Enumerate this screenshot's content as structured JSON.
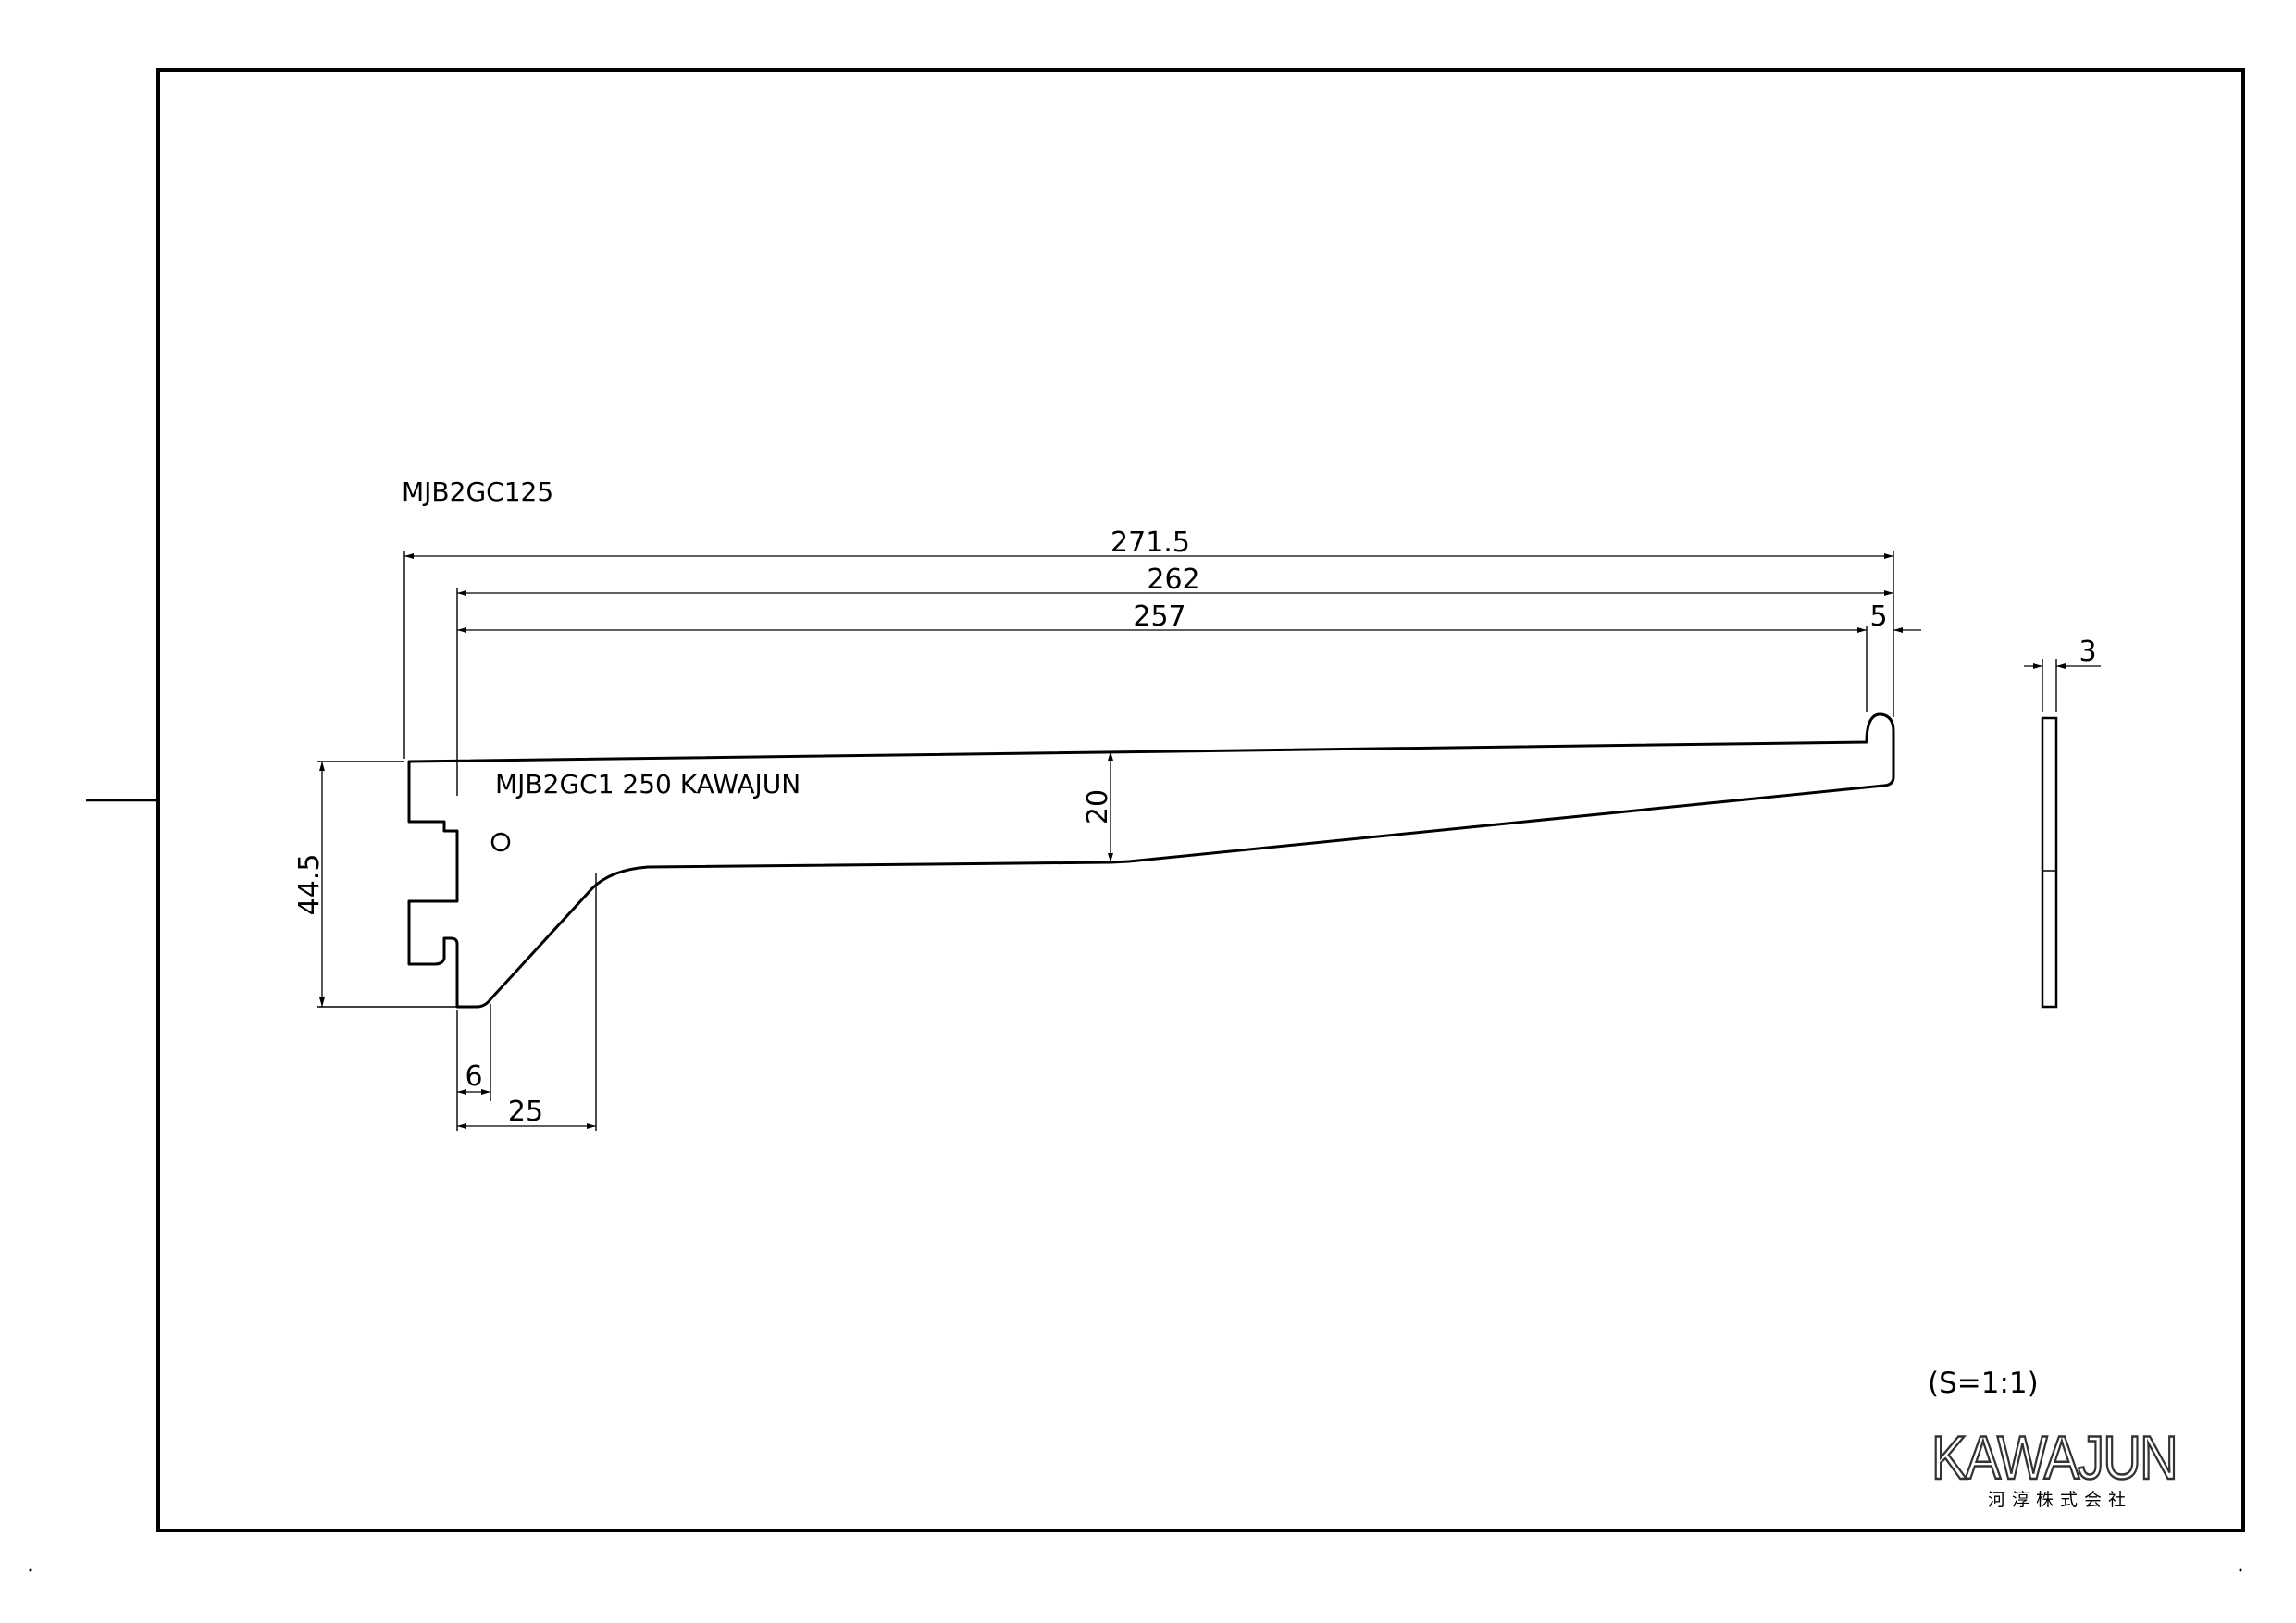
{
  "drawing": {
    "model_label": "MJB2GC125",
    "part_marking": "MJB2GC1  250  KAWAJUN",
    "scale": "(S=1:1)"
  },
  "dimensions": {
    "overall_length": "271.5",
    "arm_length": "262",
    "inner_length": "257",
    "tip_width": "5",
    "thickness": "3",
    "height": "44.5",
    "arm_depth": "20",
    "toe_offset": "6",
    "curve_length": "25"
  },
  "logo": {
    "brand": "KAWAJUN",
    "company": "河淳株式会社"
  }
}
